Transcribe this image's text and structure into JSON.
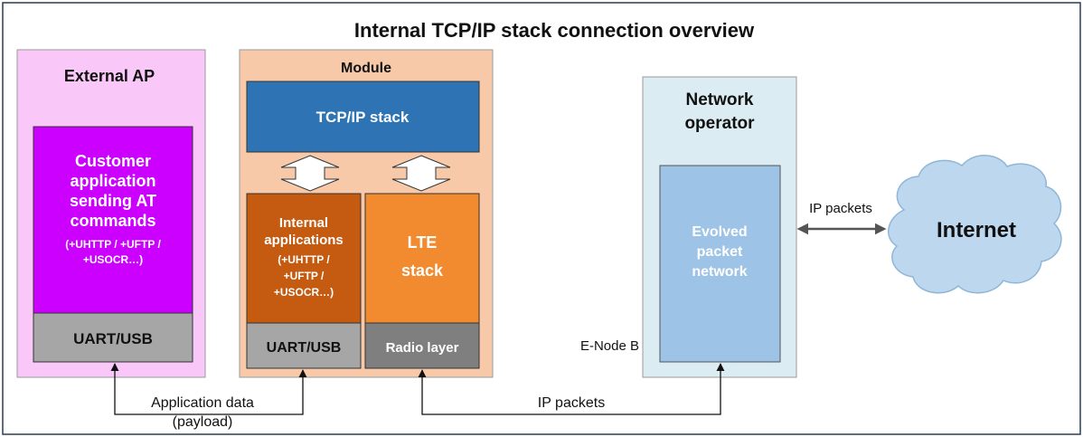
{
  "title": "Internal TCP/IP stack connection overview",
  "external_ap": {
    "label": "External AP",
    "customer_app": {
      "lines": [
        "Customer",
        "application",
        "sending AT",
        "commands"
      ],
      "sub_lines": [
        "(+UHTTP / +UFTP /",
        "+USOCR…)"
      ]
    },
    "uart": "UART/USB"
  },
  "module": {
    "label": "Module",
    "tcpip": "TCP/IP stack",
    "internal_apps": {
      "title_lines": [
        "Internal",
        "applications"
      ],
      "sub_lines": [
        "(+UHTTP /",
        "+UFTP /",
        "+USOCR…)"
      ]
    },
    "lte": [
      "LTE",
      "stack"
    ],
    "uart": "UART/USB",
    "radio": "Radio layer"
  },
  "network_operator": {
    "label_lines": [
      "Network",
      "operator"
    ],
    "epn_lines": [
      "Evolved",
      "packet",
      "network"
    ],
    "enode_label": "E-Node B"
  },
  "internet": "Internet",
  "connections": {
    "ip_packets_top": "IP packets",
    "ip_packets_bottom": "IP packets",
    "app_data_lines": [
      "Application data",
      "(payload)"
    ]
  },
  "colors": {
    "frame": "#2b3a55",
    "external_ap_bg": "#f9c8f9",
    "customer_app": "#cc00ff",
    "uart_gray": "#a6a6a6",
    "module_bg": "#f7c9a8",
    "tcpip": "#2e74b5",
    "internal_apps": "#c55a11",
    "lte": "#f28b30",
    "radio": "#7f7f7f",
    "operator_bg": "#dcecf3",
    "epn": "#9dc3e6",
    "cloud": "#bdd7ee"
  }
}
